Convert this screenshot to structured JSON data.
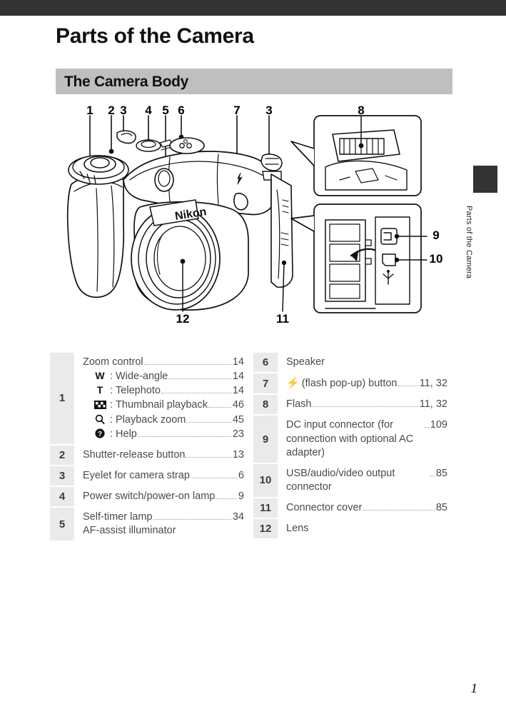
{
  "header": {
    "title": "Parts of the Camera",
    "section_title": "The Camera Body"
  },
  "side_tab": {
    "label": "Parts of the Camera"
  },
  "figure": {
    "brand_label": "Nikon",
    "callouts": [
      {
        "id": "c1",
        "label": "1"
      },
      {
        "id": "c2",
        "label": "2"
      },
      {
        "id": "c3a",
        "label": "3"
      },
      {
        "id": "c4",
        "label": "4"
      },
      {
        "id": "c5",
        "label": "5"
      },
      {
        "id": "c6",
        "label": "6"
      },
      {
        "id": "c7",
        "label": "7"
      },
      {
        "id": "c3b",
        "label": "3"
      },
      {
        "id": "c8",
        "label": "8"
      },
      {
        "id": "c9",
        "label": "9"
      },
      {
        "id": "c10",
        "label": "10"
      },
      {
        "id": "c11",
        "label": "11"
      },
      {
        "id": "c12",
        "label": "12"
      }
    ]
  },
  "table": {
    "left": [
      {
        "num": "1",
        "main_text": "Zoom control",
        "main_page": "14",
        "subitems": [
          {
            "icon": "wide-angle-icon",
            "glyph": "W",
            "text": "Wide-angle",
            "page": "14"
          },
          {
            "icon": "telephoto-icon",
            "glyph": "T",
            "text": "Telephoto",
            "page": "14"
          },
          {
            "icon": "thumbnail-playback-icon",
            "glyph": "",
            "text": "Thumbnail playback",
            "page": "46"
          },
          {
            "icon": "playback-zoom-icon",
            "glyph": "",
            "text": "Playback zoom",
            "page": "45"
          },
          {
            "icon": "help-icon",
            "glyph": "",
            "text": "Help",
            "page": "23"
          }
        ]
      },
      {
        "num": "2",
        "main_text": "Shutter-release button",
        "main_page": "13"
      },
      {
        "num": "3",
        "main_text": "Eyelet for camera strap",
        "main_page": "6"
      },
      {
        "num": "4",
        "main_text": "Power switch/power-on lamp",
        "main_page": "9"
      },
      {
        "num": "5",
        "main_text": "Self-timer lamp",
        "main_page": "34",
        "extra_line": "AF-assist illuminator"
      }
    ],
    "right": [
      {
        "num": "6",
        "plain_text": "Speaker"
      },
      {
        "num": "7",
        "icon": "flash-bolt-icon",
        "main_text": "(flash pop-up) button",
        "main_page": "11, 32"
      },
      {
        "num": "8",
        "main_text": "Flash",
        "main_page": "11, 32"
      },
      {
        "num": "9",
        "wrap_text": "DC input connector (for connection with optional AC adapter)",
        "main_page": "109"
      },
      {
        "num": "10",
        "wrap_text": "USB/audio/video output connector",
        "main_page": "85"
      },
      {
        "num": "11",
        "main_text": "Connector cover",
        "main_page": "85"
      },
      {
        "num": "12",
        "plain_text": "Lens"
      }
    ]
  },
  "footer": {
    "page_number": "1"
  },
  "colors": {
    "top_bar": "#333333",
    "band": "#bfbfbf",
    "num_cell": "#eaeaea",
    "text": "#4a4a4a"
  }
}
